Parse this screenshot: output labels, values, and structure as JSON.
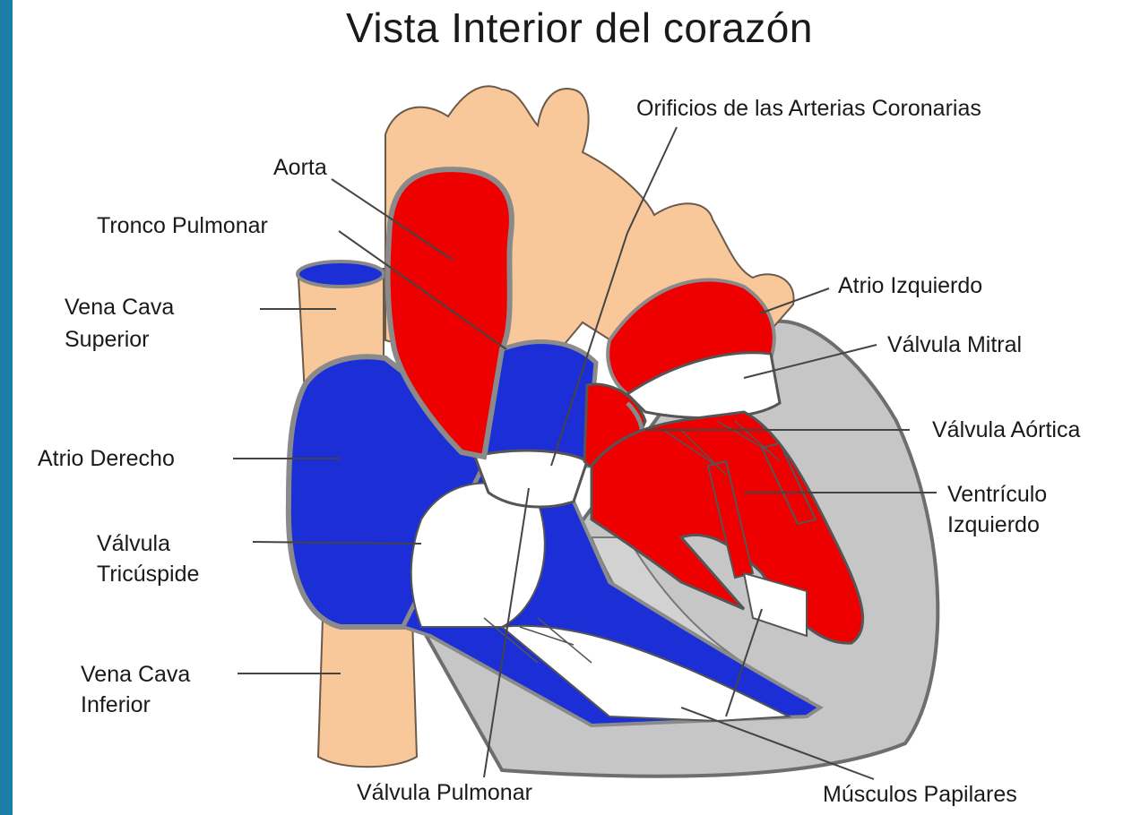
{
  "title": "Vista Interior del corazón",
  "colors": {
    "oxygenated": "#ee0000",
    "deoxygenated": "#1c2fd6",
    "vessel": "#f8c89a",
    "muscle": "#c6c6c6",
    "accent_bar": "#1c7ea8"
  },
  "labels": {
    "aorta": "Aorta",
    "tronco_pulmonar": "Tronco Pulmonar",
    "vena_cava_superior_line1": "Vena Cava",
    "vena_cava_superior_line2": "Superior",
    "atrio_derecho": "Atrio Derecho",
    "valvula_tricuspide_line1": "Válvula",
    "valvula_tricuspide_line2": "Tricúspide",
    "vena_cava_inferior_line1": "Vena Cava",
    "vena_cava_inferior_line2": "Inferior",
    "valvula_pulmonar": "Válvula Pulmonar",
    "orificios_arterias_coronarias": "Orificios de las Arterias Coronarias",
    "atrio_izquierdo": "Atrio Izquierdo",
    "valvula_mitral": "Válvula Mitral",
    "valvula_aortica": "Válvula Aórtica",
    "ventriculo_izquierdo_line1": "Ventrículo",
    "ventriculo_izquierdo_line2": "Izquierdo",
    "musculos_papilares": "Músculos Papilares"
  }
}
